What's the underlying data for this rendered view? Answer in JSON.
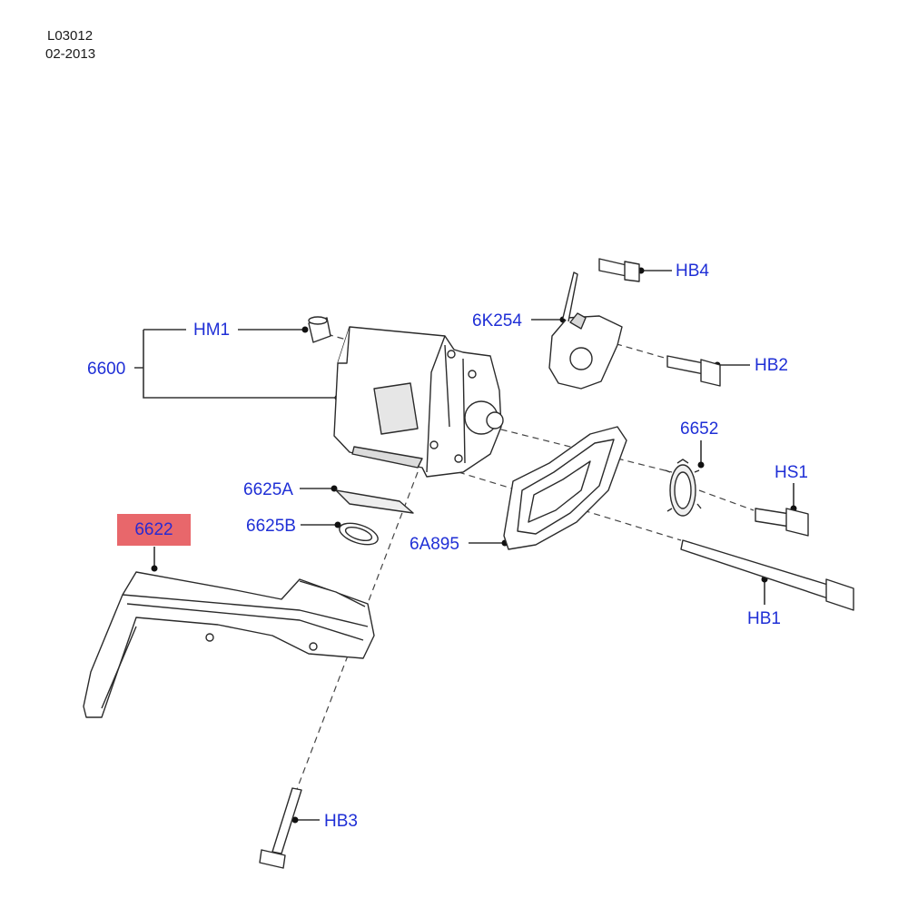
{
  "header": {
    "drawing_id": "L03012",
    "date": "02-2013"
  },
  "callouts": {
    "hm1": "HM1",
    "p6600": "6600",
    "p6k254": "6K254",
    "hb4": "HB4",
    "hb2": "HB2",
    "p6652": "6652",
    "hs1": "HS1",
    "p6625a": "6625A",
    "p6625b": "6625B",
    "p6622": "6622",
    "p6a895": "6A895",
    "hb1": "HB1",
    "hb3": "HB3"
  },
  "colors": {
    "callout_text": "#1f2fd6",
    "highlight": "#e8676b",
    "line_art": "#333333"
  },
  "selected_part": "6622"
}
